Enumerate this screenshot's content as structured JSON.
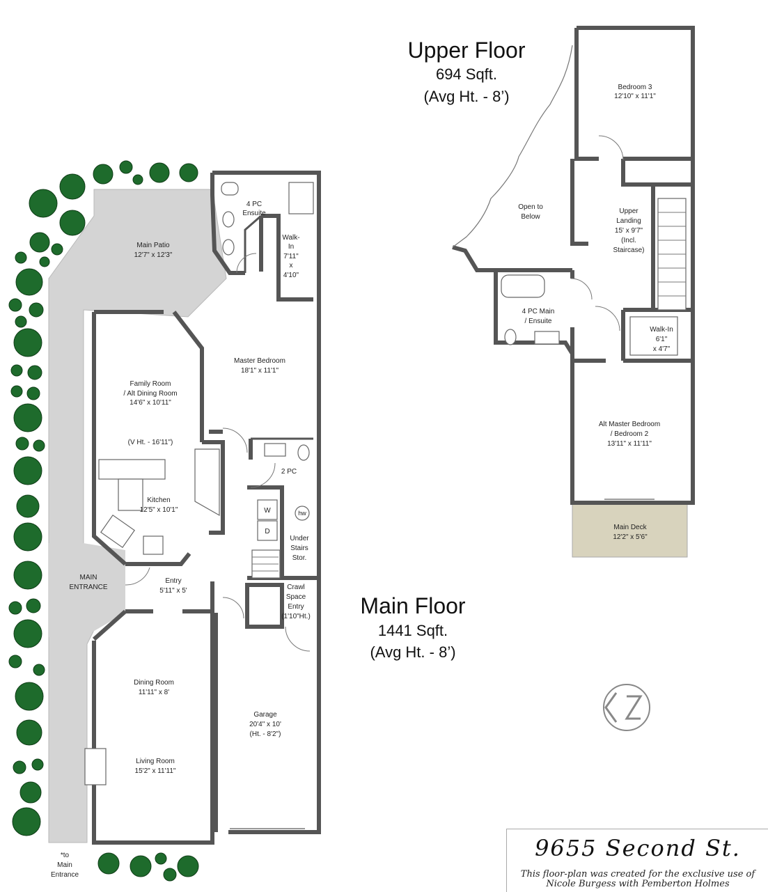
{
  "upper_floor": {
    "title": "Upper Floor",
    "area": "694 Sqft.",
    "height": "(Avg Ht. - 8’)",
    "rooms": {
      "bedroom3": [
        "Bedroom 3",
        "12'10\" x 11'1\""
      ],
      "open_below": [
        "Open to",
        "Below"
      ],
      "upper_landing": [
        "Upper",
        "Landing",
        "15' x 9'7\"",
        "(Incl.",
        "Staircase)"
      ],
      "main_ensuite": [
        "4 PC Main",
        "/ Ensuite"
      ],
      "walk_in": [
        "Walk-In",
        "6'1\"",
        "x 4'7\""
      ],
      "alt_master": [
        "Alt Master Bedroom",
        "/ Bedroom 2",
        "13'11\" x 11'11\""
      ],
      "main_deck": [
        "Main Deck",
        "12'2\" x 5'6\""
      ]
    }
  },
  "main_floor": {
    "title": "Main Floor",
    "area": "1441 Sqft.",
    "height": "(Avg Ht. - 8’)",
    "rooms": {
      "ensuite": [
        "4 PC",
        "Ensuite"
      ],
      "walk_in": [
        "Walk-",
        "In",
        "7'11\"",
        "x",
        "4'10\""
      ],
      "main_patio": [
        "Main Patio",
        "12'7\" x 12'3\""
      ],
      "master_bedroom": [
        "Master Bedroom",
        "18'1\" x 11'1\""
      ],
      "family_room": [
        "Family Room",
        "/ Alt Dining Room",
        "14'6\" x 10'11\""
      ],
      "vaulted": [
        "(V Ht. - 16'11\")"
      ],
      "two_pc": [
        "2 PC"
      ],
      "kitchen": [
        "Kitchen",
        "12'5\" x 10'1\""
      ],
      "under_stairs": [
        "Under",
        "Stairs",
        "Stor."
      ],
      "main_entrance": [
        "MAIN",
        "ENTRANCE"
      ],
      "entry": [
        "Entry",
        "5'11\" x 5'"
      ],
      "crawl_space": [
        "Crawl",
        "Space",
        "Entry",
        "(1'10\"Ht.)"
      ],
      "dining_room": [
        "Dining Room",
        "11'11\" x 8'"
      ],
      "living_room": [
        "Living Room",
        "15'2\" x 11'11\""
      ],
      "garage": [
        "Garage",
        "20'4\" x 10'",
        "(Ht. - 8'2\")"
      ],
      "to_main": [
        "*to",
        "Main",
        "Entrance"
      ]
    },
    "appliances": {
      "washer": "W",
      "dryer": "D",
      "hot_water": "hw"
    }
  },
  "footer": {
    "address": "9655 Second St.",
    "credit_line1": "This floor-plan was created for the exclusive use of",
    "credit_line2": "Nicole Burgess with Pemberton Holmes"
  },
  "colors": {
    "walls": "#555555",
    "patio": "#d4d4d4",
    "deck": "#d8d3bd",
    "shrub": "#1e6b2c"
  },
  "icons": [
    "north-arrow-icon",
    "shrub-icon",
    "toilet-icon",
    "sink-icon",
    "bathtub-icon",
    "stove-icon",
    "fireplace-icon",
    "staircase-icon"
  ]
}
